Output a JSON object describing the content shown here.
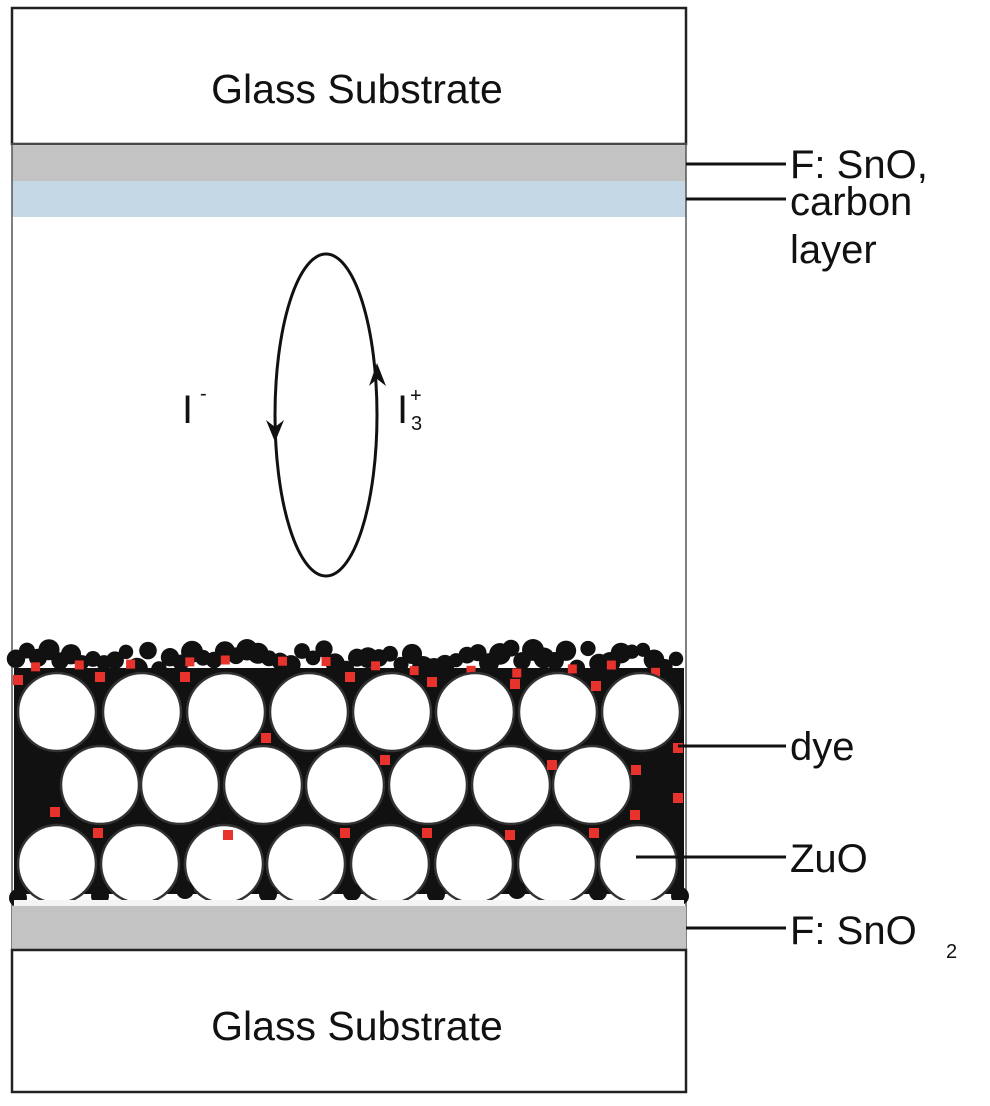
{
  "top_substrate": {
    "label": "Glass Substrate",
    "fill": "#ffffff"
  },
  "bottom_substrate": {
    "label": "Glass Substrate",
    "fill": "#ffffff"
  },
  "layers": {
    "top_fto_color": "#c3c3c3",
    "carbon_color": "#c4d8e6",
    "bottom_fto_color": "#c3c3c3",
    "outline_color": "#333333",
    "dye_color": "#e8322c",
    "particle_color": "#111111"
  },
  "labels": {
    "top_fto": "F: SnO,",
    "carbon_line1": "carbon",
    "carbon_line2": "layer",
    "dye": "dye",
    "zno": "ZuO",
    "bottom_fto": "F: SnO",
    "bottom_fto_sub": "2"
  },
  "redox": {
    "left_ion": "I",
    "left_sup": "-",
    "right_ion": "I",
    "right_sup": "+",
    "right_sub": "3"
  }
}
